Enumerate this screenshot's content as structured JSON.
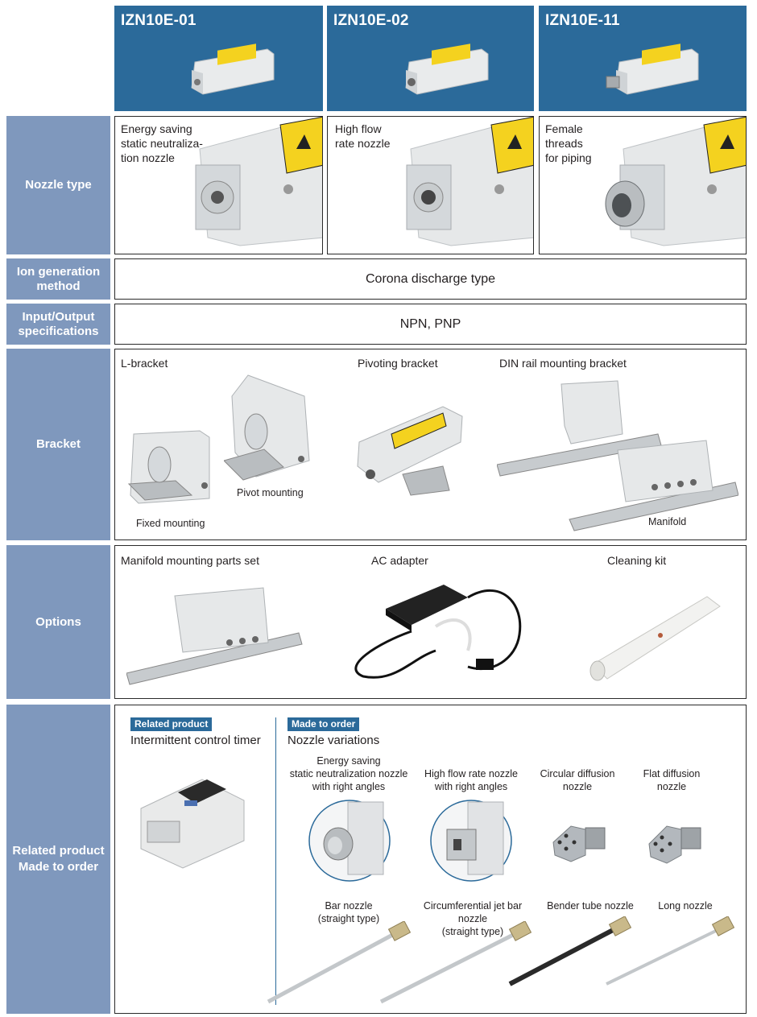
{
  "header": {
    "models": [
      "IZN10E-01",
      "IZN10E-02",
      "IZN10E-11"
    ]
  },
  "rows": {
    "nozzle_type": {
      "label": "Nozzle type",
      "cells": [
        {
          "desc": [
            "Energy saving",
            "static neutraliza-",
            "tion nozzle"
          ]
        },
        {
          "desc": [
            "High flow",
            "rate nozzle"
          ]
        },
        {
          "desc": [
            "Female",
            "threads",
            "for piping"
          ]
        }
      ]
    },
    "ion_generation": {
      "label": [
        "Ion generation",
        "method"
      ],
      "value": "Corona discharge type"
    },
    "io_spec": {
      "label": [
        "Input/Output",
        "specifications"
      ],
      "value": "NPN, PNP"
    },
    "bracket": {
      "label": "Bracket",
      "titles": {
        "l_bracket": "L-bracket",
        "pivoting": "Pivoting bracket",
        "din_rail": "DIN rail mounting bracket"
      },
      "captions": {
        "fixed": "Fixed mounting",
        "pivot": "Pivot mounting",
        "manifold": "Manifold"
      }
    },
    "options": {
      "label": "Options",
      "titles": {
        "manifold_set": "Manifold mounting parts set",
        "ac_adapter": "AC adapter",
        "cleaning_kit": "Cleaning kit"
      }
    },
    "related": {
      "label": [
        "Related product",
        "Made to order"
      ],
      "related_tag": "Related product",
      "related_title": "Intermittent control timer",
      "order_tag": "Made to order",
      "order_title": "Nozzle variations",
      "nozzles_top": [
        {
          "caption": [
            "Energy saving",
            "static neutralization nozzle",
            "with right angles"
          ]
        },
        {
          "caption": [
            "High flow rate nozzle",
            "with right angles"
          ]
        },
        {
          "caption": [
            "Circular diffusion",
            "nozzle"
          ]
        },
        {
          "caption": [
            "Flat diffusion",
            "nozzle"
          ]
        }
      ],
      "nozzles_bottom": [
        {
          "caption": [
            "Bar nozzle",
            "(straight type)"
          ]
        },
        {
          "caption": [
            "Circumferential jet bar nozzle",
            "(straight type)"
          ]
        },
        {
          "caption": [
            "Bender tube nozzle"
          ]
        },
        {
          "caption": [
            "Long nozzle"
          ]
        }
      ]
    }
  },
  "colors": {
    "header_blue": "#2b6a9a",
    "label_blue": "#7f98bd",
    "tag_blue": "#2b6a9a"
  },
  "icons": [
    "ionizer-product-image",
    "l-bracket-image",
    "pivot-bracket-image",
    "din-rail-image",
    "ac-adapter-image",
    "cleaning-kit-image",
    "timer-image",
    "nozzle-image"
  ]
}
